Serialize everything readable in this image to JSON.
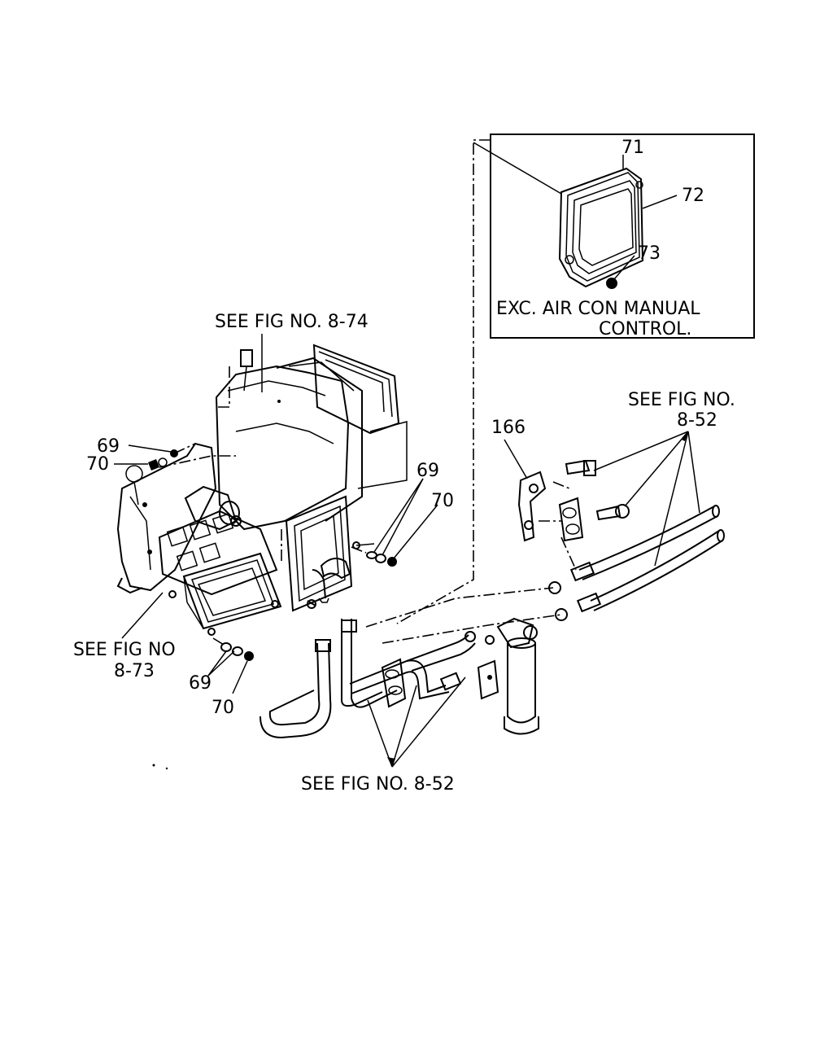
{
  "diagram": {
    "inset": {
      "parts": {
        "p71": "71",
        "p72": "72",
        "p73": "73"
      },
      "note_line1": "EXC. AIR CON MANUAL",
      "note_line2": "CONTROL."
    },
    "references": {
      "fig_8_74": "SEE FIG NO. 8-74",
      "fig_8_73_line1": "SEE FIG NO",
      "fig_8_73_line2": "8-73",
      "fig_8_52_right_line1": "SEE FIG NO.",
      "fig_8_52_right_line2": "8-52",
      "fig_8_52_bottom": "SEE FIG NO. 8-52"
    },
    "callouts": {
      "c69_left": "69",
      "c70_left": "70",
      "c69_mid": "69",
      "c70_mid": "70",
      "c69_bottom": "69",
      "c70_bottom": "70",
      "c166": "166"
    }
  }
}
